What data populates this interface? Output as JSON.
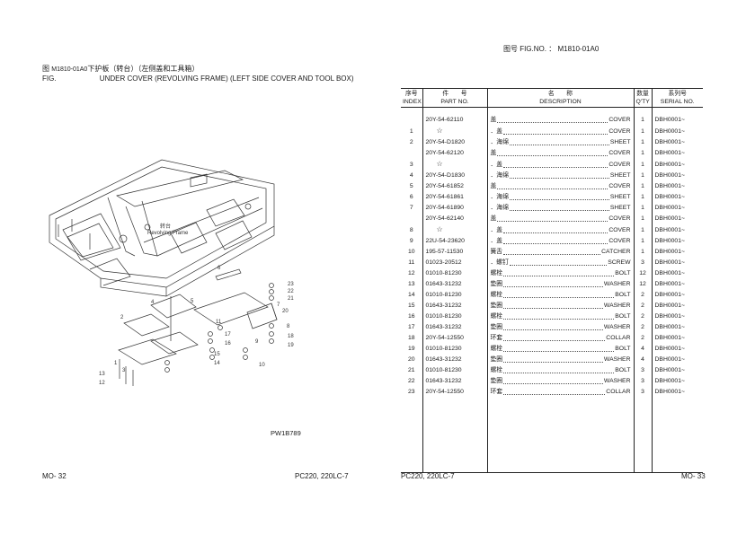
{
  "left_page": {
    "figure_title": {
      "label_cn": "图",
      "fig_label": "FIG.",
      "code": "M1810-01A0",
      "title_cn": "下护板（转台）（左侧盖和工具箱）",
      "title_en": "UNDER COVER (REVOLVING FRAME) (LEFT SIDE COVER AND TOOL BOX)"
    },
    "diagram_labels": {
      "revolving_cn": "转台",
      "revolving_en": "Revolving Frame",
      "callouts": [
        "1",
        "2",
        "3",
        "4",
        "5",
        "6",
        "7",
        "8",
        "9",
        "10",
        "11",
        "12",
        "13",
        "14",
        "15",
        "16",
        "17",
        "18",
        "19",
        "20",
        "21",
        "22",
        "23"
      ],
      "drawing_no": "PW1B789"
    },
    "footer_left": "MO- 32",
    "footer_right": "PC220, 220LC-7"
  },
  "right_page": {
    "fig_no_label": "图号 FIG.NO.",
    "fig_no_sep": "：",
    "fig_no": "M1810-01A0",
    "table": {
      "headers": [
        {
          "cn": "序号",
          "en": "INDEX"
        },
        {
          "cn": "件　　号",
          "en": "PART NO."
        },
        {
          "cn": "名　　称",
          "en": "DESCRIPTION"
        },
        {
          "cn": "数量",
          "en": "Q'TY"
        },
        {
          "cn": "系列号",
          "en": "SERIAL NO."
        }
      ],
      "rows": [
        {
          "index": "",
          "part_no": "20Y-54-62110",
          "desc_cn": "盖",
          "desc_en": "COVER",
          "qty": "1",
          "serial": "DBH0001~"
        },
        {
          "index": "1",
          "part_no": "☆",
          "desc_cn": "．盖",
          "desc_en": "COVER",
          "qty": "1",
          "serial": "DBH0001~"
        },
        {
          "index": "2",
          "part_no": "20Y-54-D1820",
          "desc_cn": "．海绵",
          "desc_en": "SHEET",
          "qty": "1",
          "serial": "DBH0001~"
        },
        {
          "index": "",
          "part_no": "20Y-54-62120",
          "desc_cn": "盖",
          "desc_en": "COVER",
          "qty": "1",
          "serial": "DBH0001~"
        },
        {
          "index": "3",
          "part_no": "☆",
          "desc_cn": "．盖",
          "desc_en": "COVER",
          "qty": "1",
          "serial": "DBH0001~"
        },
        {
          "index": "4",
          "part_no": "20Y-54-D1830",
          "desc_cn": "．海绵",
          "desc_en": "SHEET",
          "qty": "1",
          "serial": "DBH0001~"
        },
        {
          "index": "5",
          "part_no": "20Y-54-61852",
          "desc_cn": "盖",
          "desc_en": "COVER",
          "qty": "1",
          "serial": "DBH0001~"
        },
        {
          "index": "6",
          "part_no": "20Y-54-61861",
          "desc_cn": "．海绵",
          "desc_en": "SHEET",
          "qty": "1",
          "serial": "DBH0001~"
        },
        {
          "index": "7",
          "part_no": "20Y-54-61890",
          "desc_cn": "．海绵",
          "desc_en": "SHEET",
          "qty": "1",
          "serial": "DBH0001~"
        },
        {
          "index": "",
          "part_no": "20Y-54-62140",
          "desc_cn": "盖",
          "desc_en": "COVER",
          "qty": "1",
          "serial": "DBH0001~"
        },
        {
          "index": "8",
          "part_no": "☆",
          "desc_cn": "．盖",
          "desc_en": "COVER",
          "qty": "1",
          "serial": "DBH0001~"
        },
        {
          "index": "9",
          "part_no": "22U-54-23620",
          "desc_cn": "．盖",
          "desc_en": "COVER",
          "qty": "1",
          "serial": "DBH0001~"
        },
        {
          "index": "10",
          "part_no": "195-57-11530",
          "desc_cn": "簧舌",
          "desc_en": "CATCHER",
          "qty": "1",
          "serial": "DBH0001~"
        },
        {
          "index": "11",
          "part_no": "01023-20512",
          "desc_cn": "．螺钉",
          "desc_en": "SCREW",
          "qty": "3",
          "serial": "DBH0001~"
        },
        {
          "index": "12",
          "part_no": "01010-81230",
          "desc_cn": "螺栓",
          "desc_en": "BOLT",
          "qty": "12",
          "serial": "DBH0001~"
        },
        {
          "index": "13",
          "part_no": "01643-31232",
          "desc_cn": "垫圈",
          "desc_en": "WASHER",
          "qty": "12",
          "serial": "DBH0001~"
        },
        {
          "index": "14",
          "part_no": "01010-81230",
          "desc_cn": "螺栓",
          "desc_en": "BOLT",
          "qty": "2",
          "serial": "DBH0001~"
        },
        {
          "index": "15",
          "part_no": "01643-31232",
          "desc_cn": "垫圈",
          "desc_en": "WASHER",
          "qty": "2",
          "serial": "DBH0001~"
        },
        {
          "index": "16",
          "part_no": "01010-81230",
          "desc_cn": "螺栓",
          "desc_en": "BOLT",
          "qty": "2",
          "serial": "DBH0001~"
        },
        {
          "index": "17",
          "part_no": "01643-31232",
          "desc_cn": "垫圈",
          "desc_en": "WASHER",
          "qty": "2",
          "serial": "DBH0001~"
        },
        {
          "index": "18",
          "part_no": "20Y-54-12550",
          "desc_cn": "环套",
          "desc_en": "COLLAR",
          "qty": "2",
          "serial": "DBH0001~"
        },
        {
          "index": "19",
          "part_no": "01010-81230",
          "desc_cn": "螺栓",
          "desc_en": "BOLT",
          "qty": "4",
          "serial": "DBH0001~"
        },
        {
          "index": "20",
          "part_no": "01643-31232",
          "desc_cn": "垫圈",
          "desc_en": "WASHER",
          "qty": "4",
          "serial": "DBH0001~"
        },
        {
          "index": "21",
          "part_no": "01010-81230",
          "desc_cn": "螺栓",
          "desc_en": "BOLT",
          "qty": "3",
          "serial": "DBH0001~"
        },
        {
          "index": "22",
          "part_no": "01643-31232",
          "desc_cn": "垫圈",
          "desc_en": "WASHER",
          "qty": "3",
          "serial": "DBH0001~"
        },
        {
          "index": "23",
          "part_no": "20Y-54-12550",
          "desc_cn": "环套",
          "desc_en": "COLLAR",
          "qty": "3",
          "serial": "DBH0001~"
        }
      ]
    },
    "footer_left": "PC220, 220LC-7",
    "footer_right": "MO- 33"
  },
  "colors": {
    "ink": "#1a1a1a",
    "paper": "#ffffff",
    "line": "#222222"
  }
}
